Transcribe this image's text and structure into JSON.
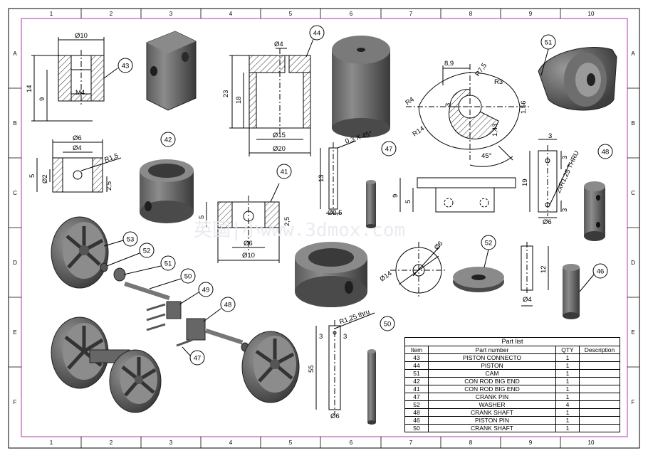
{
  "zones": {
    "columns": [
      "1",
      "2",
      "3",
      "4",
      "5",
      "6",
      "7",
      "8",
      "9",
      "10"
    ],
    "rows": [
      "A",
      "B",
      "C",
      "D",
      "E",
      "F"
    ]
  },
  "watermark": "英国|小www.3dmox.com",
  "balloons": [
    "43",
    "44",
    "51",
    "42",
    "41",
    "47",
    "48",
    "53",
    "52",
    "51",
    "50",
    "49",
    "48",
    "47",
    "52",
    "46",
    "50"
  ],
  "dims": {
    "d10": "Ø10",
    "d14": "14",
    "d9": "9",
    "m4": "M4",
    "d4a": "Ø4",
    "d23": "23",
    "d18": "18",
    "d15": "Ø15",
    "d20": "Ø20",
    "d89": "8,9",
    "r75": "R7,5",
    "r3": "R3",
    "r4": "R4",
    "r14": "R14",
    "d3": "3",
    "d156": "1,56",
    "d143": "1,43",
    "a45": "45°",
    "d6": "Ø6",
    "d4b": "Ø4",
    "r15": "R1,5",
    "d5": "5",
    "d2": "Ø2",
    "d25": "2,5",
    "c03": "0,3 X 45°",
    "d13": "13",
    "d25b": "Ø2,5",
    "d9b": "9",
    "d5b": "5",
    "d3b": "3",
    "d19": "19",
    "thru": "2xR1,25 THRU",
    "d3c": "3",
    "d6b": "Ø6",
    "d5c": "5",
    "d25c": "2,5",
    "d6c": "Ø6",
    "d10b": "Ø10",
    "d6d": "Ø6",
    "d14b": "Ø14",
    "d12": "12",
    "d4c": "Ø4",
    "r125": "R1,25 thru",
    "d3d": "3",
    "d3e": "3",
    "d55": "55",
    "d6e": "Ø6"
  },
  "parts_list": {
    "title": "Part list",
    "headers": [
      "Item",
      "Part number",
      "QTY",
      "Description"
    ],
    "rows": [
      [
        "43",
        "PISTON CONNECTO",
        "1",
        ""
      ],
      [
        "44",
        "PISTON",
        "1",
        ""
      ],
      [
        "51",
        "CAM",
        "1",
        ""
      ],
      [
        "42",
        "CON ROD BIG END",
        "1",
        ""
      ],
      [
        "41",
        "CON ROD BIG END",
        "1",
        ""
      ],
      [
        "47",
        "CRANK PIN",
        "1",
        ""
      ],
      [
        "52",
        "WASHER",
        "4",
        ""
      ],
      [
        "48",
        "CRANK SHAFT",
        "1",
        ""
      ],
      [
        "46",
        "PISTON PIN",
        "1",
        ""
      ],
      [
        "50",
        "CRANK SHAFT",
        "1",
        ""
      ]
    ]
  }
}
